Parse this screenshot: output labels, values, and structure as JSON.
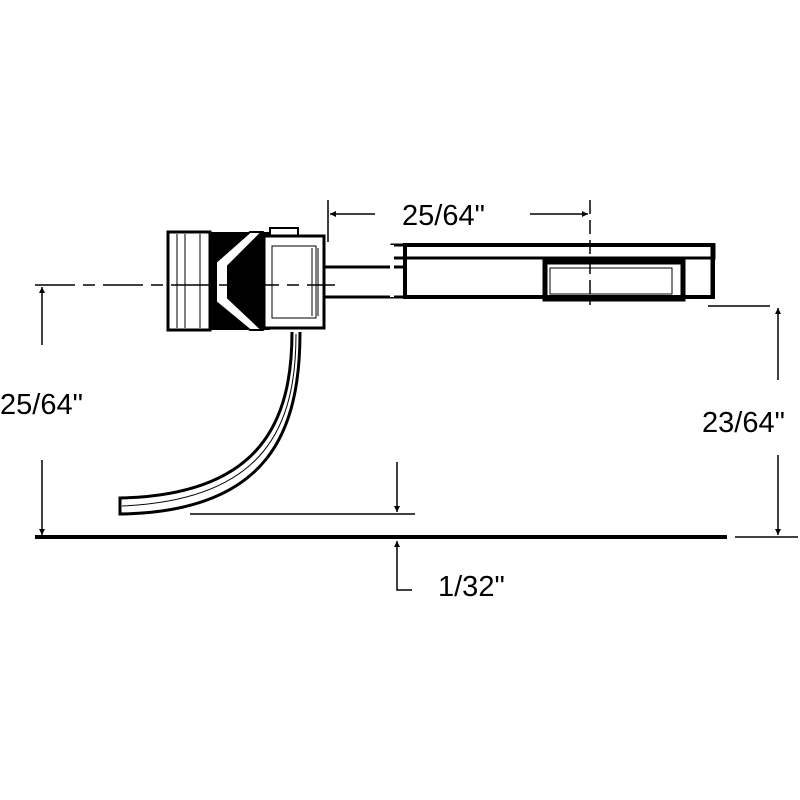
{
  "dimensions": {
    "top_width": "25/64\"",
    "left_height": "25/64\"",
    "right_height": "23/64\"",
    "pin_clearance": "1/32\""
  },
  "colors": {
    "line": "#000000",
    "background": "#ffffff"
  }
}
